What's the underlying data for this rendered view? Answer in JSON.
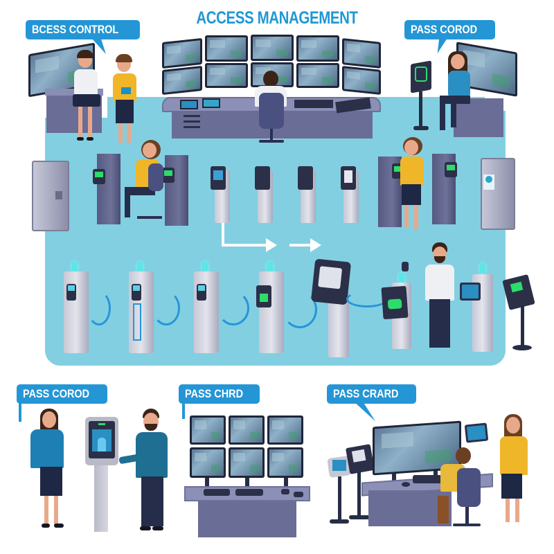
{
  "title": "ACCESS MANAGEMENT",
  "callouts": {
    "top_left": "BCESS CONTROL",
    "top_right": "PASS COROD",
    "bottom_left": "PASS COROD",
    "bottom_center": "PASS CHRD",
    "bottom_right": "PASS CRARD"
  },
  "colors": {
    "title_blue": "#1e98d4",
    "callout_blue": "#2496d6",
    "floor_blue": "#82cfe2",
    "desk_purple": "#6a6d96",
    "monitor_dark": "#2c3450",
    "scanner_green": "#2ddc6a",
    "cable_blue": "#2596d8"
  },
  "scenes": {
    "central_control_room": {
      "monitors": 10,
      "operators": 1
    },
    "top_left_station": {
      "monitors": 1,
      "people": 2
    },
    "top_right_station": {
      "monitors": 1,
      "people": 1,
      "kiosks": 1
    },
    "turnstile_row_1": {
      "gates": 4,
      "pillars": 4,
      "cabinets": 2,
      "people": 2
    },
    "turnstile_row_2": {
      "pillars": 7,
      "kiosks": 1,
      "people": 1
    },
    "bottom_left_kiosk": {
      "kiosks": 1,
      "people": 2
    },
    "bottom_center_video_wall": {
      "monitors": 6
    },
    "bottom_right_desk": {
      "monitors": 1,
      "kiosks": 2,
      "people": 2
    }
  },
  "icons": [
    "speech-bubble-tail-icon",
    "flow-arrow-icon",
    "fingerprint-scanner-icon",
    "card-reader-icon",
    "beacon-light-icon"
  ]
}
